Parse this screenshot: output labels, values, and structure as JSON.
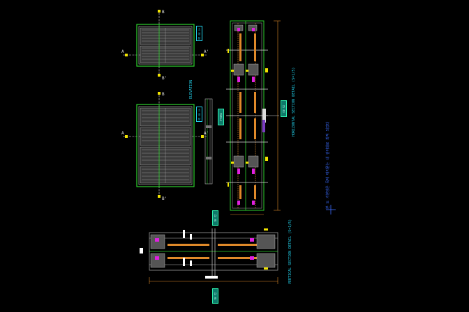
{
  "labels": {
    "elevation": "ELEVATION",
    "horizontal_section": "HORIZONTAL SECTION DETAIL (S=1/5)",
    "vertical_section": "VERTICAL SECTION DETAIL (S=1/5)",
    "note": "본 도 가분쟁은 목재 이지원는 내 깊이대로 최적 되었다"
  },
  "markers": {
    "a_left": "A",
    "a_right": "A'",
    "b_top": "B",
    "b_bottom": "B'",
    "a2_left": "A",
    "a2_right": "A'",
    "b2_top": "B",
    "b2_bottom": "B'"
  },
  "tags": {
    "t1": "소 영 창",
    "t2": "소 영 창",
    "t3": "단면도",
    "t4": "단 면",
    "t5": "단 면",
    "t6": "단 면"
  },
  "colors": {
    "background": "#000000",
    "frame_green": "#2ed12e",
    "panel_gray": "#8a8a8a",
    "accent_magenta": "#e020e0",
    "dim_orange": "#e08a2a",
    "yellow": "#f2e400",
    "cyan": "#22d3ee",
    "blue": "#3b6cff"
  }
}
